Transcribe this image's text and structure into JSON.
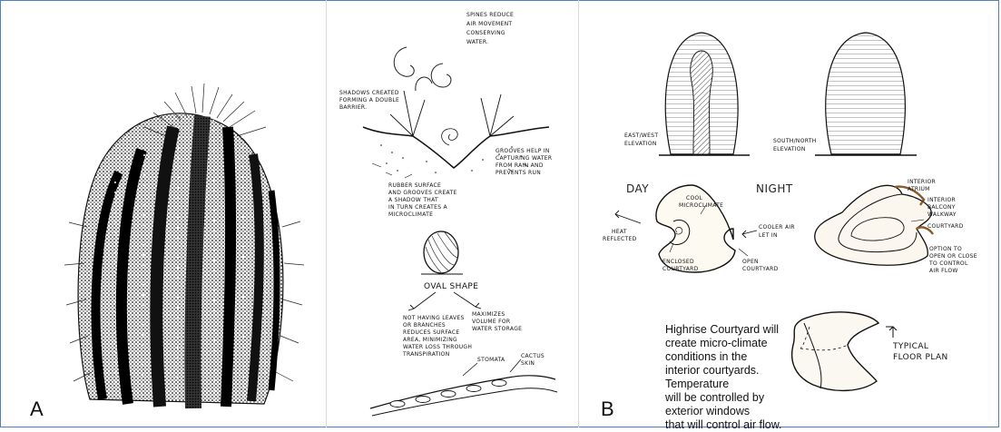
{
  "labels": {
    "panel_a": "A",
    "panel_b": "B"
  },
  "middle_panel": {
    "top_note": [
      "SPINES REDUCE",
      "AIR MOVEMENT",
      "CONSERVING",
      "WATER."
    ],
    "left_note": [
      "SHADOWS CREATED",
      "FORMING A DOUBLE",
      "BARRIER."
    ],
    "right_note": [
      "GROOVES HELP IN",
      "CAPTURING WATER",
      "FROM RAIN AND",
      "PREVENTS RUN"
    ],
    "bottom_note": [
      "RUBBER SURFACE",
      "AND GROOVES CREATE",
      "A SHADOW THAT",
      "IN TURN CREATES A",
      "MICROCLIMATE"
    ],
    "oval_shape": "OVAL SHAPE",
    "left_branch": [
      "NOT HAVING LEAVES",
      "OR BRANCHES",
      "REDUCES SURFACE",
      "AREA, MINIMIZING",
      "WATER LOSS THROUGH",
      "TRANSPIRATION"
    ],
    "right_branch": [
      "MAXIMIZES",
      "VOLUME FOR",
      "WATER STORAGE"
    ],
    "stomata": "STOMATA",
    "cactus_skin": [
      "CACTUS",
      "SKIN"
    ]
  },
  "right_panel": {
    "east_west": [
      "EAST/WEST",
      "ELEVATION"
    ],
    "south_north": [
      "SOUTH/NORTH",
      "ELEVATION"
    ],
    "day": "DAY",
    "night": "NIGHT",
    "cool_micro": [
      "COOL",
      "MICROCLIMATE"
    ],
    "heat_reflected": [
      "HEAT",
      "REFLECTED"
    ],
    "enclosed": [
      "ENCLOSED",
      "COURTYARD"
    ],
    "cooler_air": [
      "COOLER AIR",
      "LET IN"
    ],
    "open_courtyard": [
      "OPEN",
      "COURTYARD"
    ],
    "interior_atrium": [
      "INTERIOR",
      "ATRIUM"
    ],
    "interior_balcony": [
      "INTERIOR",
      "BALCONY",
      "WALKWAY"
    ],
    "courtyard": "COURTYARD",
    "option_note": [
      "OPTION TO",
      "OPEN OR CLOSE",
      "TO CONTROL",
      "AIR FLOW"
    ],
    "typical_floor": [
      "TYPICAL",
      "FLOOR PLAN"
    ],
    "caption_lines": [
      "Highrise Courtyard will",
      "create micro-climate",
      "conditions in the",
      "interior courtyards.",
      "Temperature",
      "will be controlled by",
      "exterior windows",
      "that will control air flow."
    ]
  }
}
